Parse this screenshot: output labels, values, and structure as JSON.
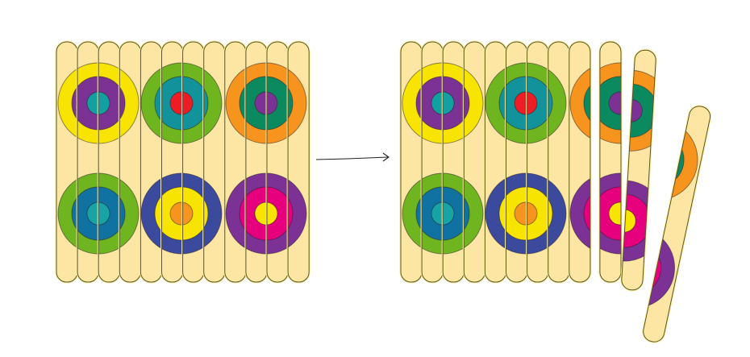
{
  "diagram": {
    "stick_fill": "#fde6a3",
    "stick_stroke": "#5e5230",
    "stick_glow": "#f7ec9a",
    "arrow_color": "#222222",
    "left_panel": {
      "stick_count": 12
    },
    "right_panel": {
      "attached_stick_count": 9,
      "detached_stick_count": 3
    },
    "targets": [
      {
        "rings": [
          "#f7e400",
          "#7b3294",
          "#13a0a0"
        ]
      },
      {
        "rings": [
          "#6fb51f",
          "#12939b",
          "#ee1c25"
        ]
      },
      {
        "rings": [
          "#f7941d",
          "#0b8a5f",
          "#7b3294"
        ]
      },
      {
        "rings": [
          "#6fb51f",
          "#0f72a0",
          "#18a4a4"
        ]
      },
      {
        "rings": [
          "#3b4a9c",
          "#f7e400",
          "#f7941d"
        ]
      },
      {
        "rings": [
          "#7b3294",
          "#e6007e",
          "#f7e400"
        ]
      }
    ]
  }
}
